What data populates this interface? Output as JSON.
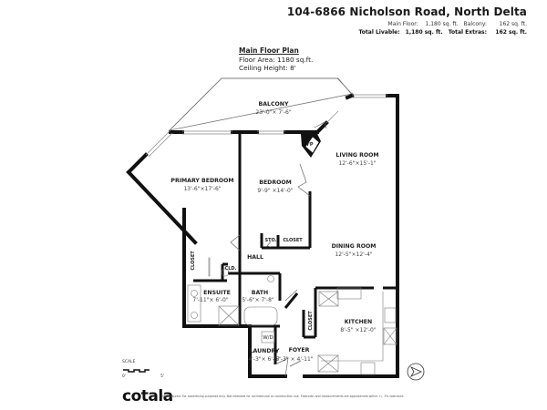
{
  "header": {
    "address": "104-6866 Nicholson Road, North Delta",
    "main_floor_label": "Main Floor:",
    "main_floor_value": "1,180 sq. ft.",
    "balcony_label": "Balcony:",
    "balcony_value": "162 sq. ft.",
    "total_livable_label": "Total Livable:",
    "total_livable_value": "1,180 sq. ft.",
    "total_extras_label": "Total Extras:",
    "total_extras_value": "162 sq. ft."
  },
  "plan_info": {
    "heading": "Main Floor Plan",
    "floor_area": "Floor Area: 1180 sq.ft.",
    "ceiling_height": "Ceiling Height: 8'"
  },
  "rooms": {
    "balcony": {
      "name": "BALCONY",
      "dims": "23'-0\"× 7'-6\""
    },
    "living_room": {
      "name": "LIVING ROOM",
      "dims": "12'-6\"×15'-1\""
    },
    "primary_bedroom": {
      "name": "PRIMARY BEDROOM",
      "dims": "13'-6\"×17'-6\""
    },
    "bedroom": {
      "name": "BEDROOM",
      "dims": "9'-9\" ×14'-0\""
    },
    "dining_room": {
      "name": "DINING ROOM",
      "dims": "12'-5\"×12'-4\""
    },
    "kitchen": {
      "name": "KITCHEN",
      "dims": "8'-5\" ×12'-0\""
    },
    "ensuite": {
      "name": "ENSUITE",
      "dims": "7'-11\"× 6'-0\""
    },
    "bath": {
      "name": "BATH",
      "dims": "5'-6\"× 7'-8\""
    },
    "laundry": {
      "name": "LAUNDRY",
      "dims": "4'-3\"× 6'-5\""
    },
    "foyer": {
      "name": "FOYER",
      "dims": "5'-3\" × 4'-11\""
    },
    "hall": {
      "name": "HALL"
    },
    "fp": {
      "name": "FP"
    },
    "sto": {
      "name": "STO."
    },
    "closet_bedroom": {
      "name": "CLOSET"
    },
    "closet_primary": {
      "name": "CLOSET"
    },
    "closet_kitchen": {
      "name": "CLOSET"
    },
    "cld": {
      "name": "CLD."
    },
    "wd": {
      "name": "W/D"
    }
  },
  "scale": {
    "label": "SCALE",
    "start": "0'",
    "end": "5'"
  },
  "footer": {
    "logo": "cotala",
    "disclaimer": "SNO insured. For advertising purposes only. Not intended for architectural or construction use. Floorplan and measurements are approximate within +/- 3% tolerance."
  },
  "colors": {
    "wall": "#111111",
    "line": "#666666",
    "text": "#222222"
  }
}
